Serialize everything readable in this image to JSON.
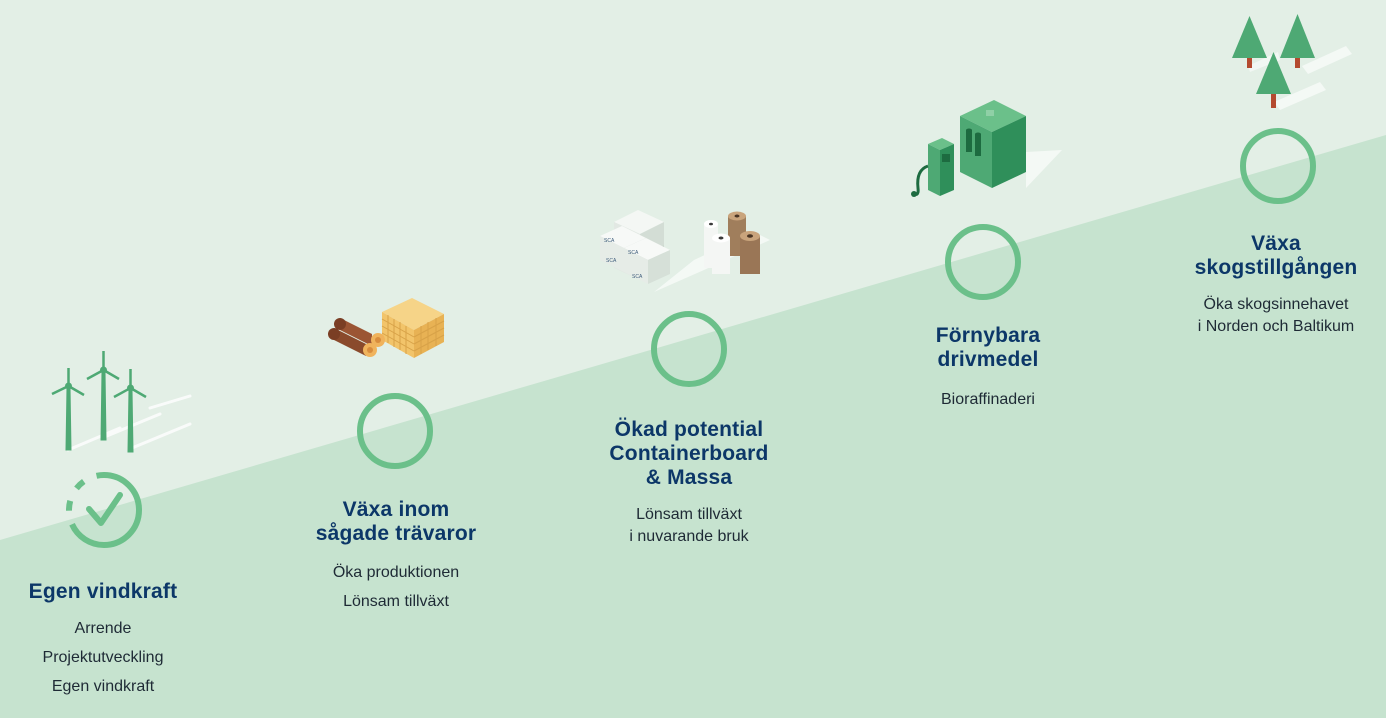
{
  "colors": {
    "background_top": "#e3efe6",
    "slope_fill": "#c6e3cf",
    "accent_green": "#6bc08a",
    "heading_navy": "#0c3768",
    "body_text": "#1e2a35"
  },
  "steps": [
    {
      "title_lines": [
        "Egen vindkraft"
      ],
      "items": [
        "Arrende",
        "Projektutveckling",
        "Egen vindkraft"
      ],
      "icon": "wind-turbines-icon",
      "marker": "dashed-check-circle"
    },
    {
      "title_lines": [
        "Växa inom",
        "sågade trävaror"
      ],
      "items": [
        "Öka produktionen",
        "Lönsam tillväxt"
      ],
      "icon": "timber-logs-icon",
      "marker": "circle"
    },
    {
      "title_lines": [
        "Ökad potential",
        "Containerboard",
        "& Massa"
      ],
      "items": [
        "Lönsam tillväxt",
        "i nuvarande bruk"
      ],
      "icon": "paper-bales-rolls-icon",
      "marker": "circle"
    },
    {
      "title_lines": [
        "Förnybara",
        "drivmedel"
      ],
      "items": [
        "Bioraffinaderi"
      ],
      "icon": "biorefinery-fuel-pump-icon",
      "marker": "circle"
    },
    {
      "title_lines": [
        "Växa",
        "skogstillgången"
      ],
      "items": [
        "Öka skogsinnehavet",
        "i Norden och Baltikum"
      ],
      "icon": "forest-trees-icon",
      "marker": "circle"
    }
  ],
  "bale_label": "SCA"
}
